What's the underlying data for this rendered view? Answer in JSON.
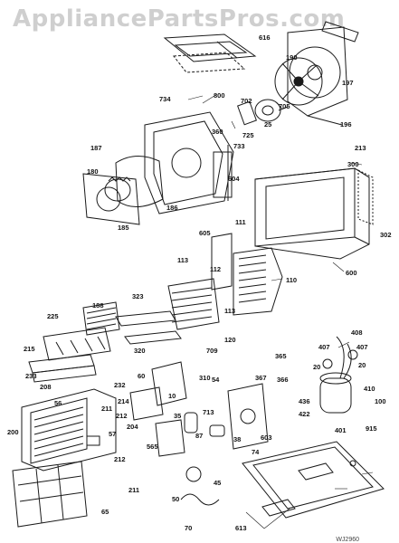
{
  "watermark": "AppliancePartsPros.com",
  "drawing_number": "WJ2960",
  "callouts": [
    "616",
    "190",
    "197",
    "196",
    "734",
    "800",
    "702",
    "705",
    "360",
    "25",
    "725",
    "733",
    "187",
    "180",
    "186",
    "185",
    "604",
    "213",
    "300",
    "302",
    "600",
    "111",
    "605",
    "113",
    "112",
    "110",
    "188",
    "225",
    "323",
    "113",
    "120",
    "215",
    "233",
    "208",
    "320",
    "709",
    "365",
    "367",
    "408",
    "407",
    "407",
    "20",
    "20",
    "410",
    "436",
    "422",
    "100",
    "401",
    "366",
    "60",
    "310",
    "54",
    "10",
    "713",
    "232",
    "214",
    "56",
    "211",
    "212",
    "57",
    "204",
    "35",
    "87",
    "200",
    "212",
    "211",
    "565",
    "38",
    "74",
    "603",
    "45",
    "915",
    "50",
    "65",
    "70",
    "613"
  ]
}
